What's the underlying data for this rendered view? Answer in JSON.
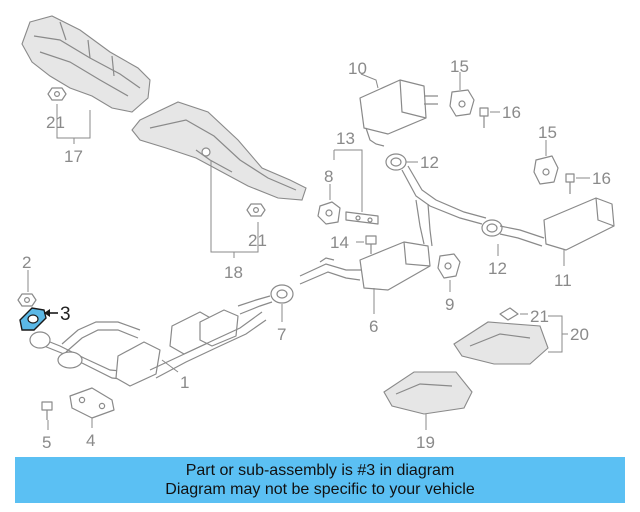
{
  "callouts": {
    "c1": "1",
    "c2": "2",
    "c3": "3",
    "c4": "4",
    "c5": "5",
    "c6": "6",
    "c7": "7",
    "c8": "8",
    "c9": "9",
    "c10": "10",
    "c11": "11",
    "c12": "12",
    "c13": "13",
    "c14": "14",
    "c15": "15",
    "c16": "16",
    "c17": "17",
    "c18": "18",
    "c19": "19",
    "c20": "20",
    "c21": "21"
  },
  "highlighted_part": "3",
  "colors": {
    "highlight": "#5bb8e6",
    "banner": "#5bc0f3",
    "line": "#8a8a8a"
  },
  "banner": {
    "line1": "Part or sub-assembly is #3 in diagram",
    "line2": "Diagram may not be specific to your vehicle"
  }
}
